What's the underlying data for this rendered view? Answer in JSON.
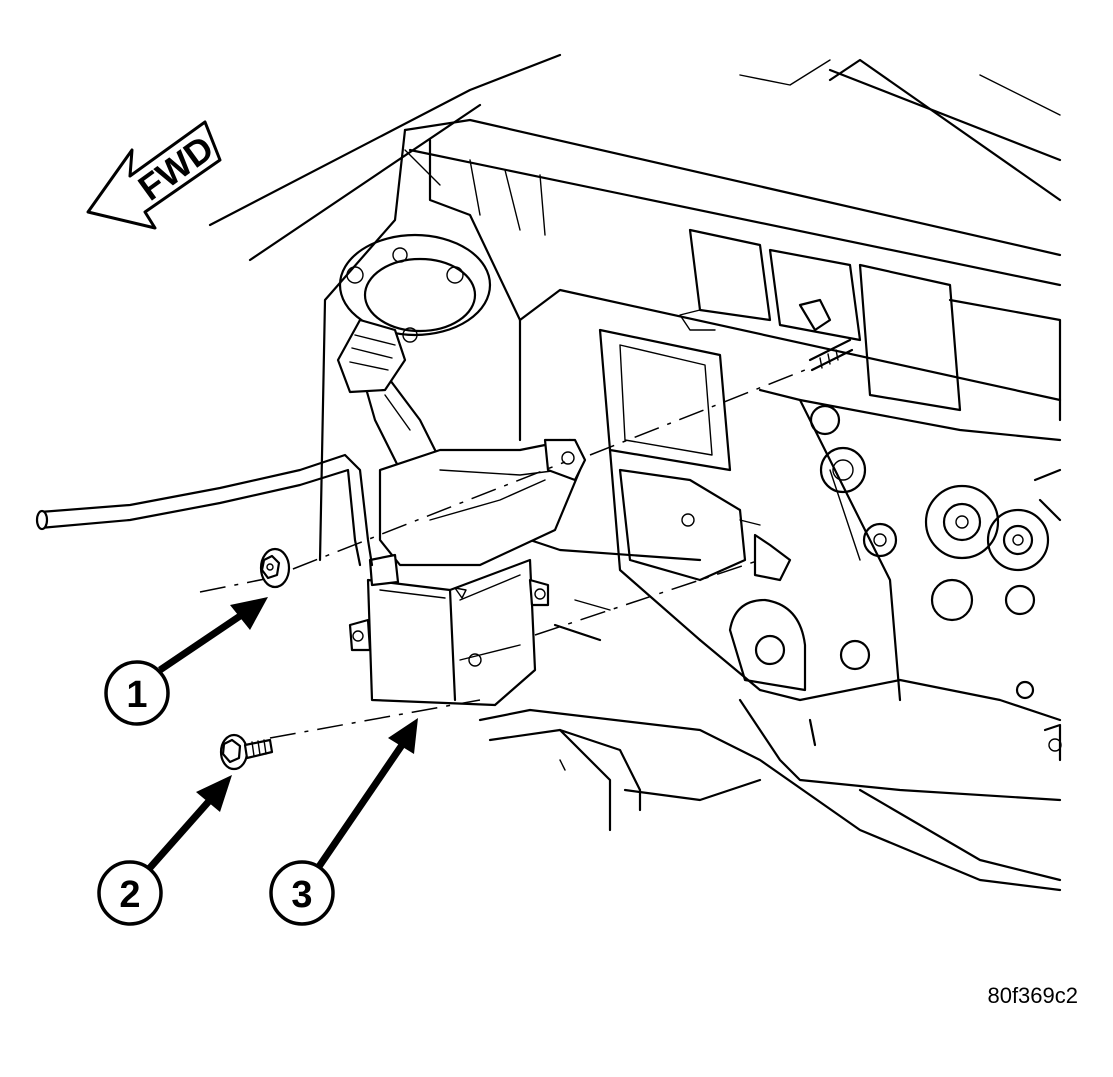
{
  "direction_indicator": {
    "label": "FWD"
  },
  "callouts": [
    {
      "number": "1",
      "target": "washer-nut"
    },
    {
      "number": "2",
      "target": "bolt"
    },
    {
      "number": "3",
      "target": "reservoir"
    }
  ],
  "figure_code": "80f369c2"
}
